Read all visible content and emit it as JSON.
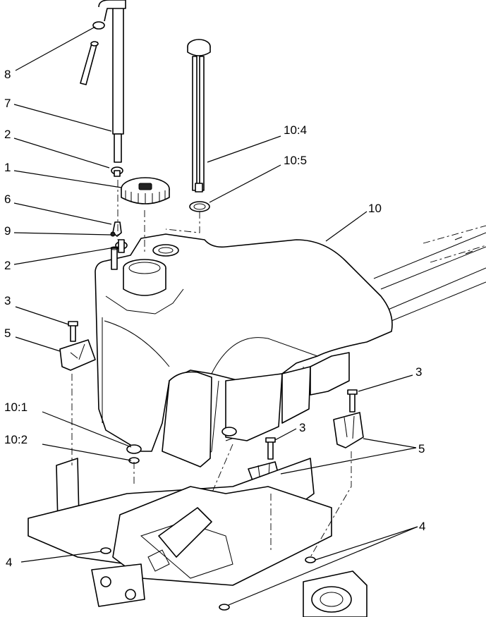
{
  "callouts": {
    "c8": "8",
    "c7": "7",
    "c2a": "2",
    "c1": "1",
    "c6": "6",
    "c9": "9",
    "c2b": "2",
    "c3a": "3",
    "c5a": "5",
    "c10_4": "10:4",
    "c10_5": "10:5",
    "c10": "10",
    "c3b": "3",
    "c3c": "3",
    "c5b": "5",
    "c10_1": "10:1",
    "c10_2": "10:2",
    "c4a": "4",
    "c4b": "4"
  }
}
